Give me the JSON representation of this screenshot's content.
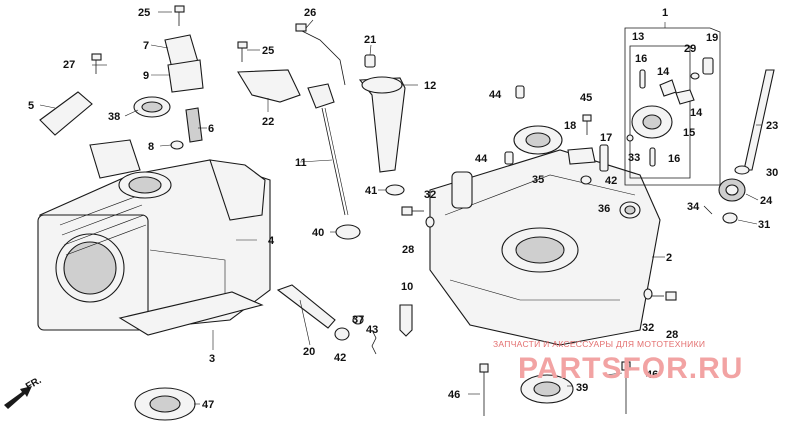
{
  "callouts": {
    "c1": "1",
    "c2": "2",
    "c3": "3",
    "c4": "4",
    "c5": "5",
    "c6": "6",
    "c7": "7",
    "c8": "8",
    "c9": "9",
    "c10": "10",
    "c11": "11",
    "c12": "12",
    "c13": "13",
    "c14a": "14",
    "c14b": "14",
    "c15": "15",
    "c16a": "16",
    "c16b": "16",
    "c17": "17",
    "c18": "18",
    "c19": "19",
    "c20": "20",
    "c21": "21",
    "c22": "22",
    "c23": "23",
    "c24": "24",
    "c25a": "25",
    "c25b": "25",
    "c26": "26",
    "c27": "27",
    "c28a": "28",
    "c28b": "28",
    "c29": "29",
    "c30": "30",
    "c31": "31",
    "c32a": "32",
    "c32b": "32",
    "c33": "33",
    "c34": "34",
    "c35": "35",
    "c36": "36",
    "c37": "37",
    "c38": "38",
    "c39": "39",
    "c40": "40",
    "c41": "41",
    "c42a": "42",
    "c42b": "42",
    "c43": "43",
    "c44a": "44",
    "c44b": "44",
    "c45": "45",
    "c46a": "46",
    "c46b": "46",
    "c47": "47"
  },
  "direction_label": "FR.",
  "watermark": {
    "caption": "ЗАПЧАСТИ И АКСЕССУАРЫ ДЛЯ МОТОТЕХНИКИ",
    "brand": "PARTSFOR.RU"
  }
}
